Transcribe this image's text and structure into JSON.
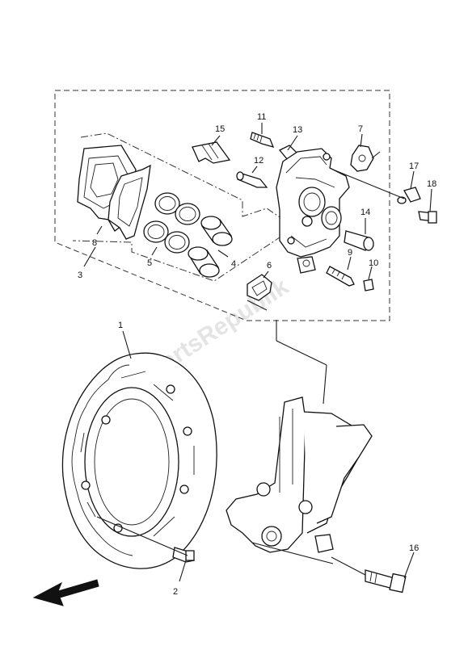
{
  "callouts": {
    "p1": "1",
    "p2": "2",
    "p3": "3",
    "p4": "4",
    "p5": "5",
    "p6": "6",
    "p7": "7",
    "p8": "8",
    "p9": "9",
    "p10": "10",
    "p11": "11",
    "p12": "12",
    "p13": "13",
    "p14": "14",
    "p15": "15",
    "p16": "16",
    "p17": "17",
    "p18": "18"
  },
  "watermark": "PartsRepublik",
  "colors": {
    "line": "#111111",
    "background": "#ffffff",
    "watermark": "#cfcfcf"
  },
  "icons": {
    "direction": "arrow-left-icon"
  }
}
